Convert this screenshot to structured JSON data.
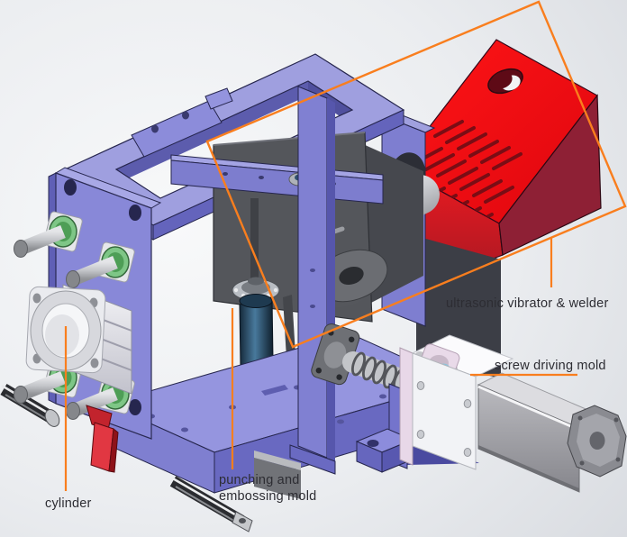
{
  "figure": {
    "description": "isometric CAD rendering of an automated punching, embossing and ultrasonic welding machine",
    "labels": {
      "ultrasonic": "ultrasonic vibrator & welder",
      "screw": "screw driving mold",
      "punching_line1": "punching and",
      "punching_line2": "embossing mold",
      "cylinder": "cylinder"
    },
    "colors": {
      "callout": "#F97E1E",
      "label_text": "#2D2D33",
      "frame_purple": "#8080D2",
      "welder_red_top": "#F20A12",
      "welder_red_side": "#8E2035",
      "punch_cylinder_navy": "#2E5876",
      "bushing_green": "#7EC686",
      "lever_red": "#E13742",
      "background": "#E6E8EC"
    }
  }
}
